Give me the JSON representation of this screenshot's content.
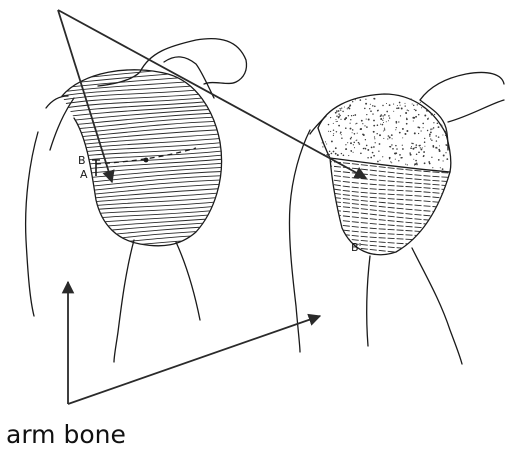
{
  "caption": "arm bone",
  "labels": {
    "left_upper": "B",
    "left_lower": "A",
    "right_lower": "B'"
  },
  "colors": {
    "ink": "#1a1a1a",
    "arrow": "#2a2a2a",
    "background": "#ffffff"
  }
}
